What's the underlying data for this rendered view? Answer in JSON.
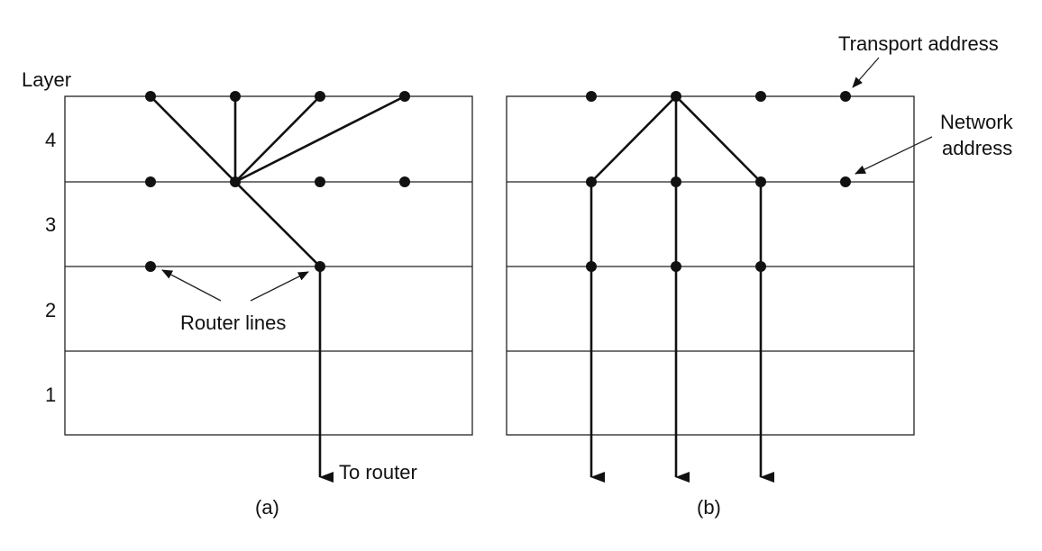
{
  "layer_heading": "Layer",
  "layer_numbers": [
    "4",
    "3",
    "2",
    "1"
  ],
  "panel_a": {
    "caption": "(a)",
    "router_lines_label": "Router lines",
    "to_router_label": "To router"
  },
  "panel_b": {
    "caption": "(b)",
    "transport_address_label": "Transport address",
    "network_address_label_line1": "Network",
    "network_address_label_line2": "address"
  }
}
